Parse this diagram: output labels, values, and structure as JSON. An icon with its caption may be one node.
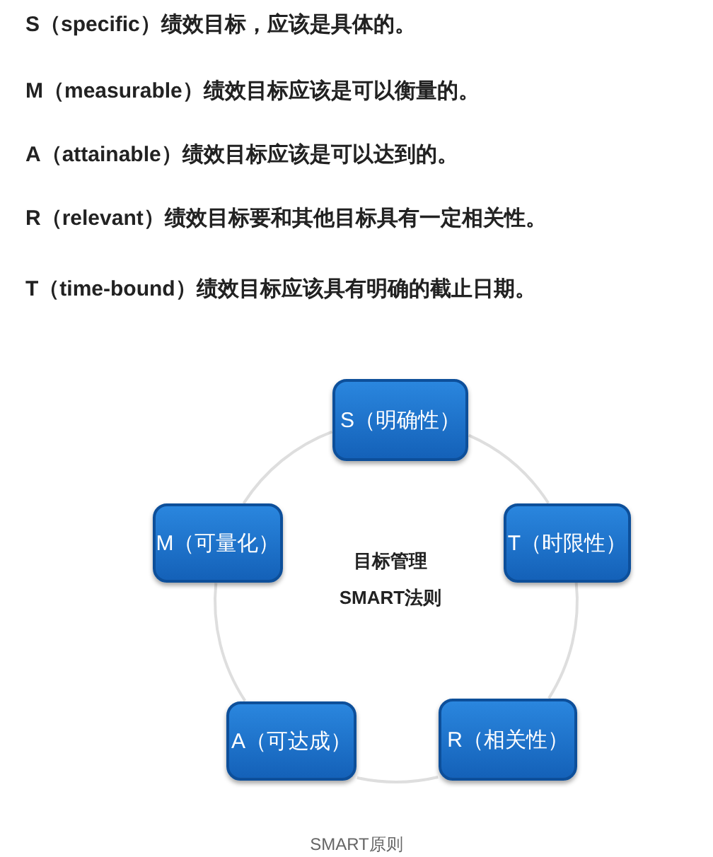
{
  "diagram": {
    "caption": "SMART原则",
    "nodes": [
      {
        "text": [
          "S（明确性）"
        ]
      },
      {
        "text": [
          "M（可量化）"
        ]
      },
      {
        "text": [
          "目标管理",
          "SMART法则"
        ]
      },
      {
        "text": [
          "T（时限性）"
        ]
      },
      {
        "text": [
          "A（可达成）"
        ]
      },
      {
        "text": [
          "R（相关性）"
        ]
      }
    ],
    "edges": [
      {
        "from": 0,
        "to": 3,
        "arrow": "none"
      },
      {
        "from": 3,
        "to": 5,
        "arrow": "none"
      },
      {
        "from": 5,
        "to": 4,
        "arrow": "none"
      },
      {
        "from": 4,
        "to": 1,
        "arrow": "none"
      },
      {
        "from": 1,
        "to": 0,
        "arrow": "none"
      }
    ],
    "labels": [
      "S（specific）绩效目标，应该是具体的。",
      "M（measurable）绩效目标应该是可以衡量的。",
      "A（attainable）绩效目标应该是可以达到的。",
      "R（relevant）绩效目标要和其他目标具有一定相关性。",
      "T（time-bound）绩效目标应该具有明确的截止日期。"
    ]
  }
}
